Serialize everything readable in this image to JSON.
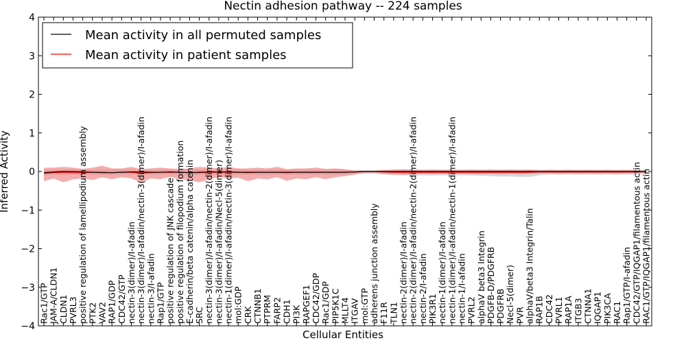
{
  "chart_data": {
    "type": "line",
    "title": "Nectin adhesion pathway -- 224 samples",
    "xlabel": "Cellular Entities",
    "ylabel": "Inferred Activity",
    "ylim": [
      -4,
      4
    ],
    "yticks": [
      "−4",
      "−3",
      "−2",
      "−1",
      "0",
      "1",
      "2",
      "3",
      "4"
    ],
    "grid": false,
    "legend_position": "top-left",
    "colors": {
      "permuted": "#000000",
      "patient": "#ff0000",
      "patient_band": "#f08080",
      "permuted_band": "#c8c8c8"
    },
    "categories": [
      "Rac1/GTP",
      "JAM-A/CLDN1",
      "CLDN1",
      "PVRL3",
      "positive regulation of lamellipodium assembly",
      "PTK2",
      "VAV2",
      "RAP1/GDP",
      "CDC42/GTP",
      "nectin-3(dimer)/I-afadin",
      "nectin-3(dimer)/I-afadin/nectin-3(dimer)/I-afadin",
      "nectin-3/I-afadin",
      "Rap1/GTP",
      "positive regulation of JNK cascade",
      "positive regulation of filopodium formation",
      "E-cadherin/beta catenin/alpha catenin",
      "SRC",
      "nectin-3(dimer)/I-afadin/nectin-2(dimer)/I-afadin",
      "nectin-3(dimer)/I-afadin/Necl-5(dimer)",
      "nectin-1(dimer)/I-afadin/nectin-3(dimer)/I-afadin",
      "mol:GDP",
      "CRK",
      "CTNNB1",
      "PTPRM",
      "FARP2",
      "CDH1",
      "PI3K",
      "RAPGEF1",
      "CDC42/GDP",
      "Rac1/GDP",
      "PIP5K1C",
      "MLLT4",
      "ITGAV",
      "mol:GTP",
      "adherens junction assembly",
      "F11R",
      "TLN1",
      "nectin-2(dimer)/I-afadin",
      "nectin-2(dimer)/I-afadin/nectin-2(dimer)/I-afadin",
      "nectin-2/I-afadin",
      "PIK3R1",
      "nectin-1(dimer)/I-afadin",
      "nectin-1(dimer)/I-afadin/nectin-1(dimer)/I-afadin",
      "nectin-1/I-afadin",
      "PVRL2",
      "alphaV beta3 Integrin",
      "PDGFB-D/PDGFRB",
      "PDGFRB",
      "Necl-5(dimer)",
      "PVR",
      "alphaV/beta3 Integrin/Talin",
      "RAP1B",
      "CDC42",
      "PVRL1",
      "RAP1A",
      "ITGB3",
      "CTNNA1",
      "IQGAP1",
      "PIK3CA",
      "RAC1",
      "Rap1/GTP/I-afadin",
      "CDC42/GTP/IQGAP1/filamentous actin",
      "RAC1/GTP/IQGAP1/filamentous actin"
    ],
    "series": [
      {
        "name": "Mean activity in all permuted samples",
        "values": [
          -0.03,
          -0.01,
          0.0,
          0.0,
          -0.01,
          -0.02,
          -0.03,
          -0.03,
          -0.02,
          -0.01,
          -0.01,
          -0.02,
          -0.02,
          -0.01,
          -0.02,
          -0.03,
          -0.02,
          -0.01,
          -0.01,
          -0.01,
          -0.02,
          -0.02,
          -0.02,
          -0.02,
          -0.02,
          -0.02,
          -0.02,
          -0.02,
          -0.02,
          -0.02,
          -0.02,
          -0.02,
          -0.01,
          0.0,
          0.0,
          0.0,
          0.0,
          0.0,
          0.0,
          0.0,
          0.0,
          0.0,
          0.0,
          0.0,
          0.0,
          0.0,
          0.0,
          0.0,
          0.0,
          0.0,
          0.0,
          0.0,
          0.0,
          0.0,
          0.0,
          0.0,
          0.0,
          0.0,
          0.0,
          0.0,
          0.0,
          0.0,
          0.0
        ],
        "lower": [
          -0.1,
          -0.08,
          -0.08,
          -0.08,
          -0.08,
          -0.08,
          -0.08,
          -0.08,
          -0.08,
          -0.08,
          -0.08,
          -0.08,
          -0.08,
          -0.08,
          -0.08,
          -0.08,
          -0.08,
          -0.08,
          -0.08,
          -0.08,
          -0.08,
          -0.08,
          -0.08,
          -0.08,
          -0.08,
          -0.08,
          -0.08,
          -0.08,
          -0.08,
          -0.08,
          -0.08,
          -0.08,
          -0.06,
          -0.06,
          -0.06,
          -0.08,
          -0.1,
          -0.1,
          -0.1,
          -0.1,
          -0.1,
          -0.1,
          -0.1,
          -0.1,
          -0.1,
          -0.11,
          -0.12,
          -0.13,
          -0.13,
          -0.14,
          -0.14,
          -0.1,
          -0.08,
          -0.08,
          -0.08,
          -0.08,
          -0.08,
          -0.08,
          -0.08,
          -0.08,
          -0.08,
          -0.08,
          -0.07
        ],
        "upper": [
          0.04,
          0.05,
          0.05,
          0.05,
          0.05,
          0.05,
          0.05,
          0.05,
          0.05,
          0.05,
          0.05,
          0.05,
          0.05,
          0.05,
          0.05,
          0.05,
          0.05,
          0.05,
          0.05,
          0.05,
          0.05,
          0.05,
          0.05,
          0.05,
          0.05,
          0.05,
          0.05,
          0.05,
          0.05,
          0.05,
          0.05,
          0.05,
          0.04,
          0.03,
          0.03,
          0.04,
          0.05,
          0.05,
          0.05,
          0.05,
          0.05,
          0.05,
          0.05,
          0.05,
          0.05,
          0.05,
          0.05,
          0.05,
          0.05,
          0.05,
          0.05,
          0.05,
          0.05,
          0.05,
          0.05,
          0.05,
          0.05,
          0.05,
          0.05,
          0.05,
          0.05,
          0.05,
          0.04
        ]
      },
      {
        "name": "Mean activity in patient samples",
        "values": [
          -0.05,
          -0.03,
          -0.02,
          -0.03,
          -0.03,
          -0.02,
          -0.02,
          -0.03,
          -0.02,
          -0.02,
          -0.04,
          -0.03,
          -0.02,
          -0.02,
          -0.02,
          -0.03,
          -0.03,
          -0.02,
          -0.02,
          -0.02,
          -0.02,
          -0.03,
          -0.02,
          -0.02,
          -0.02,
          -0.03,
          -0.02,
          -0.02,
          -0.02,
          -0.02,
          -0.02,
          -0.02,
          -0.01,
          0.0,
          0.0,
          -0.01,
          -0.02,
          -0.02,
          -0.02,
          -0.02,
          -0.02,
          -0.02,
          -0.02,
          -0.02,
          -0.02,
          -0.02,
          -0.02,
          -0.02,
          -0.02,
          -0.02,
          -0.02,
          -0.01,
          -0.01,
          -0.01,
          -0.01,
          -0.01,
          -0.01,
          -0.01,
          -0.01,
          -0.01,
          -0.01,
          -0.01,
          0.0
        ],
        "lower": [
          -0.25,
          -0.18,
          -0.28,
          -0.2,
          -0.18,
          -0.22,
          -0.15,
          -0.2,
          -0.15,
          -0.18,
          -0.28,
          -0.18,
          -0.2,
          -0.14,
          -0.2,
          -0.22,
          -0.28,
          -0.2,
          -0.15,
          -0.18,
          -0.16,
          -0.25,
          -0.18,
          -0.2,
          -0.15,
          -0.24,
          -0.18,
          -0.2,
          -0.15,
          -0.2,
          -0.15,
          -0.12,
          -0.08,
          -0.03,
          -0.03,
          -0.06,
          -0.07,
          -0.08,
          -0.07,
          -0.06,
          -0.07,
          -0.06,
          -0.07,
          -0.06,
          -0.07,
          -0.07,
          -0.06,
          -0.07,
          -0.06,
          -0.07,
          -0.06,
          -0.05,
          -0.05,
          -0.06,
          -0.05,
          -0.06,
          -0.05,
          -0.06,
          -0.05,
          -0.06,
          -0.05,
          -0.05,
          -0.03
        ],
        "upper": [
          0.1,
          0.1,
          0.12,
          0.1,
          0.07,
          0.1,
          0.15,
          0.08,
          0.08,
          0.12,
          0.06,
          0.08,
          0.1,
          0.08,
          0.06,
          0.08,
          0.12,
          0.1,
          0.08,
          0.12,
          0.08,
          0.08,
          0.1,
          0.08,
          0.12,
          0.06,
          0.08,
          0.08,
          0.1,
          0.07,
          0.08,
          0.06,
          0.02,
          0.02,
          0.02,
          0.04,
          0.05,
          0.06,
          0.05,
          0.04,
          0.05,
          0.04,
          0.05,
          0.04,
          0.05,
          0.04,
          0.05,
          0.04,
          0.05,
          0.04,
          0.05,
          0.03,
          0.04,
          0.03,
          0.04,
          0.03,
          0.04,
          0.03,
          0.04,
          0.03,
          0.04,
          0.03,
          0.02
        ]
      }
    ]
  }
}
